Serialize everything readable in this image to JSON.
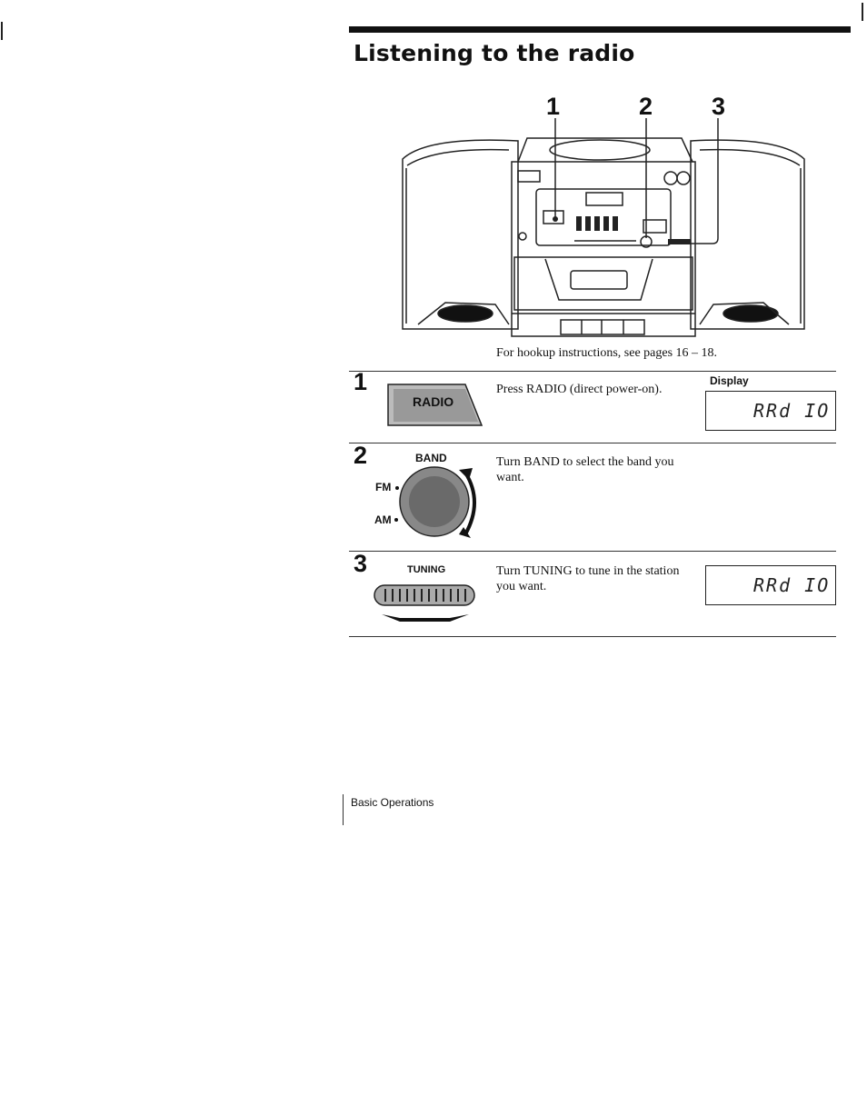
{
  "page": {
    "title": "Listening to the radio",
    "hookup_note": "For hookup instructions, see pages 16 – 18.",
    "footer_section": "Basic Operations"
  },
  "figure": {
    "callouts": [
      "1",
      "2",
      "3"
    ]
  },
  "display_heading": "Display",
  "steps": [
    {
      "number": "1",
      "button_label": "RADIO",
      "instruction": "Press RADIO (direct power-on).",
      "display_text": "RRd IO"
    },
    {
      "number": "2",
      "control_label": "BAND",
      "fm_label": "FM",
      "am_label": "AM",
      "instruction": "Turn BAND to select the band you want."
    },
    {
      "number": "3",
      "control_label": "TUNING",
      "instruction": "Turn TUNING  to tune in the station you want.",
      "display_text": "RRd IO"
    }
  ]
}
